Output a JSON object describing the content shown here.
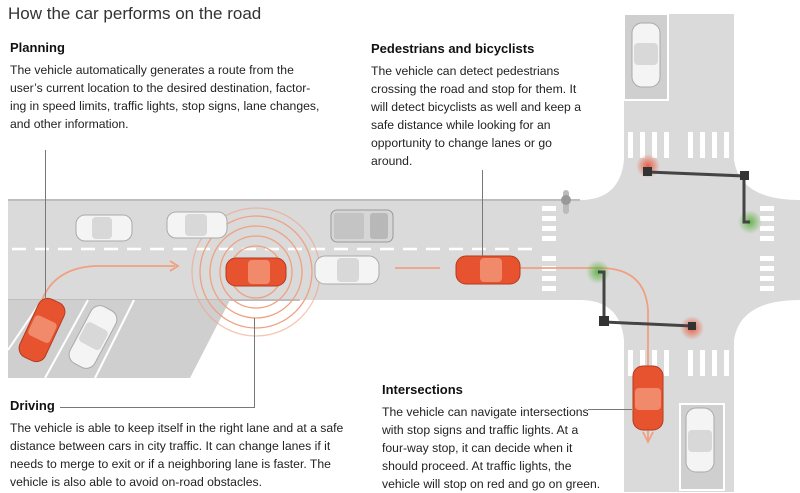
{
  "title": "How the car performs on the road",
  "sections": {
    "planning": {
      "heading": "Planning",
      "lines": [
        "The vehicle automatically generates a route from the",
        "user’s current location to the desired destination, factor-",
        "ing in speed limits, traffic lights, stop signs, lane changes,",
        "and other information."
      ]
    },
    "pedestrians": {
      "heading": "Pedestrians and bicyclists",
      "lines": [
        "The vehicle can detect pedestrians",
        "crossing the road and stop for them. It",
        "will detect bicyclists as well and keep a",
        "safe distance while looking for an",
        "opportunity to change lanes or go",
        "around."
      ]
    },
    "driving": {
      "heading": "Driving",
      "lines": [
        "The vehicle is able to keep itself in the right lane and at a safe",
        "distance between cars in city traffic. It can change lanes if it",
        "needs to merge to exit or if a neighboring lane is faster. The",
        "vehicle is also able to avoid on-road obstacles."
      ]
    },
    "intersections": {
      "heading": "Intersections",
      "lines": [
        "The vehicle can navigate intersections",
        "with stop signs and traffic lights. At a",
        "four-way stop, it can decide when it",
        "should proceed. At traffic lights, the",
        "vehicle will stop on red and go on green."
      ]
    }
  },
  "colors": {
    "road": "#d9d9d9",
    "road_dark": "#cfcfcf",
    "self_car": "#e8532f",
    "other_car": "#f4f4f4",
    "route": "#f0a080",
    "signal_red": "#e85030",
    "signal_green": "#5cb040"
  }
}
